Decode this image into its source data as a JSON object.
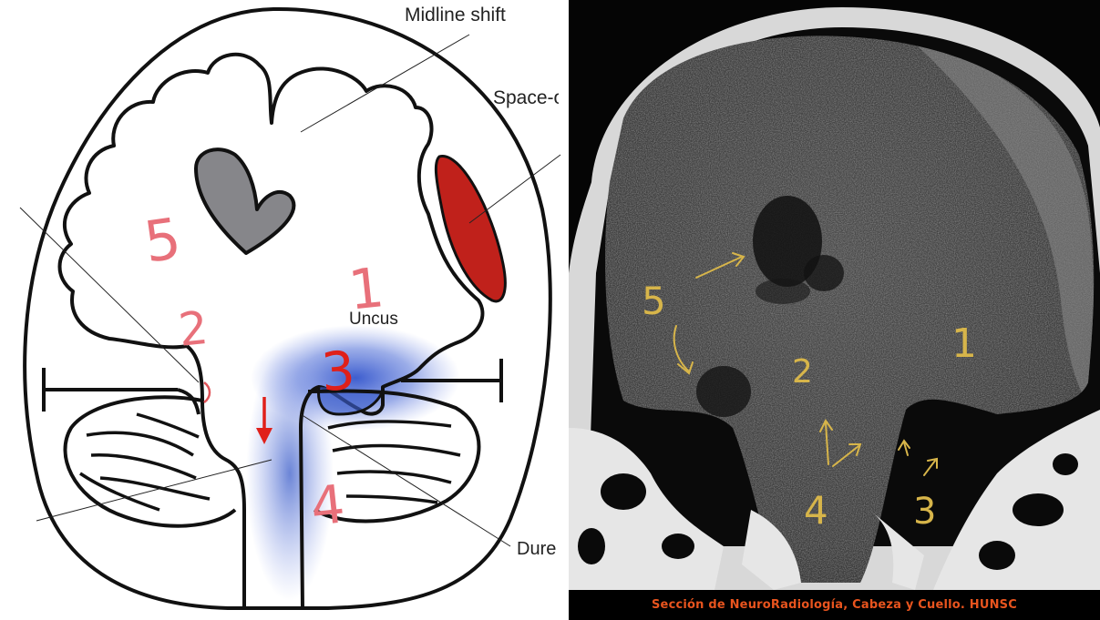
{
  "diagram": {
    "labels": {
      "midline_shift": "Midline shift",
      "space_occupying": "Space-o",
      "uncus": "Uncus",
      "dure": "Dure"
    },
    "numbers": [
      "5",
      "2",
      "1",
      "3",
      "4"
    ],
    "colors": {
      "mass": "#c0211b",
      "ventricle": "#86868a",
      "uncal_glow": "#3a5cc9",
      "arrow": "#e0201a",
      "numbers": "#e0555a"
    }
  },
  "ct": {
    "numbers": [
      "5",
      "2",
      "1",
      "4",
      "3"
    ],
    "credit": "Sección de NeuroRadiología, Cabeza y Cuello. HUNSC",
    "colors": {
      "annotation": "#d7b54a",
      "credit": "#e8541e"
    }
  }
}
